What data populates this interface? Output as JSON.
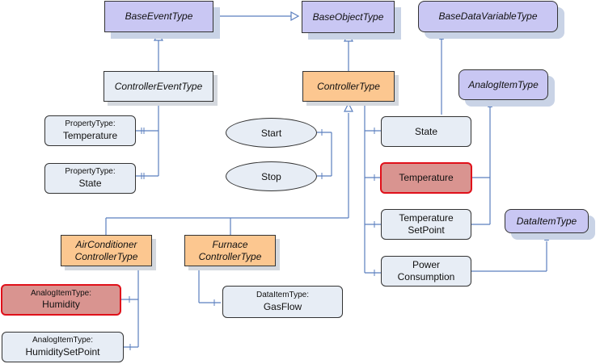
{
  "nodes": {
    "base_event_type": "BaseEventType",
    "base_object_type": "BaseObjectType",
    "base_data_variable_type": "BaseDataVariableType",
    "controller_event_type": "ControllerEventType",
    "controller_type": "ControllerType",
    "analog_item_type": "AnalogItemType",
    "data_item_type": "DataItemType",
    "aircon_controller_type": [
      "AirConditioner",
      "ControllerType"
    ],
    "furnace_controller_type": [
      "Furnace",
      "ControllerType"
    ]
  },
  "properties": {
    "temperature_event": {
      "type": "PropertyType:",
      "name": "Temperature"
    },
    "state_event": {
      "type": "PropertyType:",
      "name": "State"
    },
    "humidity": {
      "type": "AnalogItemType:",
      "name": "Humidity"
    },
    "humidity_setpoint": {
      "type": "AnalogItemType:",
      "name": "HumiditySetPoint"
    },
    "gasflow": {
      "type": "DataItemType:",
      "name": "GasFlow"
    },
    "state": "State",
    "temperature": "Temperature",
    "temperature_setpoint": [
      "Temperature",
      "SetPoint"
    ],
    "power_consumption": [
      "Power",
      "Consumption"
    ]
  },
  "methods": {
    "start": "Start",
    "stop": "Stop"
  },
  "colors": {
    "line": "#5b7fbf",
    "base_fill": "#c9c7f3",
    "type_fill": "#e7edf5",
    "orange_fill": "#fcc790",
    "highlight_fill": "#d99490",
    "highlight_border": "#e0101a"
  }
}
